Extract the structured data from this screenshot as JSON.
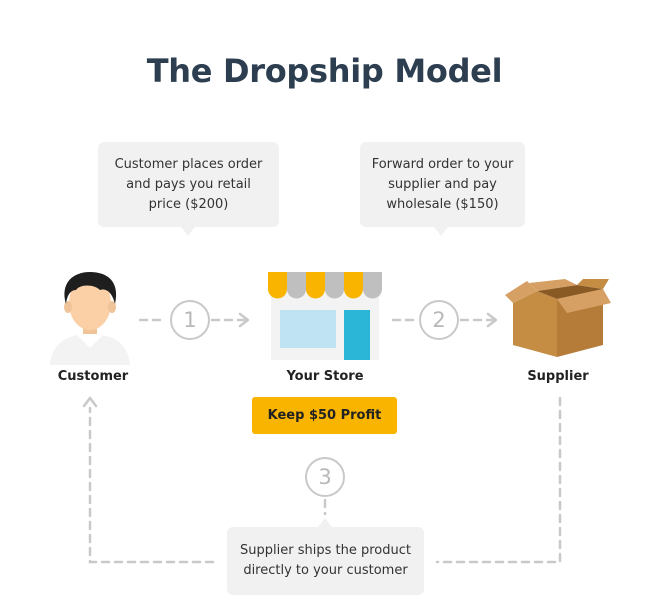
{
  "title": "The Dropship Model",
  "bubbles": {
    "order": "Customer places order and pays you retail price ($200)",
    "forward": "Forward order to your supplier and pay wholesale ($150)",
    "ships": "Supplier ships the product directly to your customer"
  },
  "nodes": {
    "customer": "Customer",
    "store": "Your Store",
    "supplier": "Supplier"
  },
  "steps": [
    "1",
    "2",
    "3"
  ],
  "profit": "Keep $50 Profit",
  "icons": [
    "customer-avatar-icon",
    "store-icon",
    "supplier-box-icon",
    "arrow-icon"
  ],
  "colors": {
    "title": "#2c3e50",
    "profit_badge": "#f9b400",
    "bubble": "#f1f1f1",
    "connector": "#c9c9c9",
    "awning_orange": "#f9b400",
    "door": "#2bb5d6",
    "box": "#c58c44"
  }
}
